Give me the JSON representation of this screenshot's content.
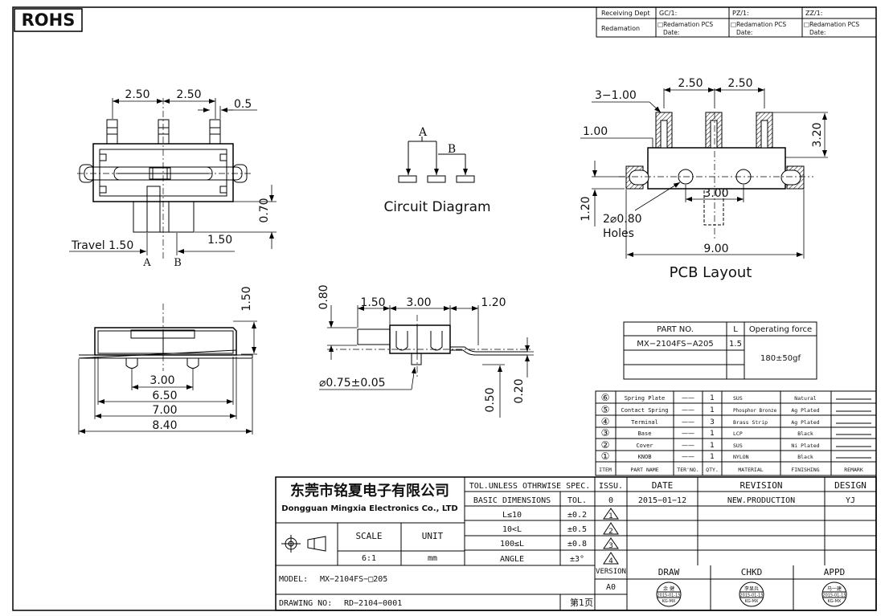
{
  "rohs": "ROHS",
  "receiving": {
    "receiving_dept": "Receiving Dept",
    "gc": "GC/1:",
    "pz": "PZ/1:",
    "zz": "ZZ/1:",
    "redamation": "Redamation",
    "cells": [
      {
        "a": "□Redamation  PCS",
        "b": "Date:"
      },
      {
        "a": "□Redamation  PCS",
        "b": "Date:"
      },
      {
        "a": "□Redamation  PCS",
        "b": "Date:"
      }
    ]
  },
  "views": {
    "top": {
      "d_250_left": "2.50",
      "d_250_right": "2.50",
      "d_05": "0.5",
      "d_070": "0.70",
      "travel": "Travel 1.50",
      "d_150": "1.50",
      "pos_a": "A",
      "pos_b": "B"
    },
    "circuit": {
      "title": "Circuit Diagram",
      "a": "A",
      "b": "B"
    },
    "pcb": {
      "title": "PCB Layout",
      "d_300_100": "3−1.00",
      "d_250_a": "2.50",
      "d_250_b": "2.50",
      "d_100": "1.00",
      "d_320": "3.20",
      "d_120": "1.20",
      "d_300": "3.00",
      "holes_dia": "2⌀0.80",
      "holes": "Holes",
      "d_900": "9.00"
    },
    "front": {
      "d_150": "1.50",
      "d_300": "3.00",
      "d_650": "6.50",
      "d_700": "7.00",
      "d_840": "8.40"
    },
    "side": {
      "d_080": "0.80",
      "d_150": "1.50",
      "d_300": "3.00",
      "d_120": "1.20",
      "d_075": "⌀0.75±0.05",
      "d_050": "0.50",
      "d_020": "0.20"
    }
  },
  "part_table": {
    "h_part": "PART  NO.",
    "h_l": "L",
    "h_force": "Operating force",
    "part_no": "MX−2104FS−A205",
    "l": "1.5",
    "force": "180±50gf"
  },
  "bom": {
    "rows": [
      {
        "no": "⑥",
        "name": "Spring Plate",
        "ter": "——",
        "qty": "1",
        "material": "SUS",
        "finish": "Natural"
      },
      {
        "no": "⑤",
        "name": "Contact Spring",
        "ter": "——",
        "qty": "1",
        "material": "Phosphor Bronze",
        "finish": "Ag Plated"
      },
      {
        "no": "④",
        "name": "Terminal",
        "ter": "——",
        "qty": "3",
        "material": "Brass Strip",
        "finish": "Ag Plated"
      },
      {
        "no": "③",
        "name": "Base",
        "ter": "——",
        "qty": "1",
        "material": "LCP",
        "finish": "Black"
      },
      {
        "no": "②",
        "name": "Cover",
        "ter": "——",
        "qty": "1",
        "material": "SUS",
        "finish": "Ni Plated"
      },
      {
        "no": "①",
        "name": "KNOB",
        "ter": "——",
        "qty": "1",
        "material": "NYLON",
        "finish": "Black"
      }
    ],
    "headers": [
      "ITEM",
      "PART NAME",
      "TER'NO.",
      "QTY.",
      "MATERIAL",
      "FINISHING",
      "REMARK"
    ]
  },
  "title_block": {
    "company_cn": "东莞市铭夏电子有限公司",
    "company_en": "Dongguan Mingxia Electronics Co., LTD",
    "tol_header": "TOL.UNLESS OTHRWISE SPEC.",
    "basic_dim": "BASIC DIMENSIONS",
    "tol": "TOL.",
    "tol_rows": [
      {
        "range": "L≤10",
        "val": "±0.2"
      },
      {
        "range": "10<L",
        "val": "±0.5"
      },
      {
        "range": "100≤L",
        "val": "±0.8"
      },
      {
        "range": "ANGLE",
        "val": "±3°"
      }
    ],
    "scale_label": "SCALE",
    "scale": "6:1",
    "unit_label": "UNIT",
    "unit": "mm",
    "issu_label": "ISSU.",
    "date_label": "DATE",
    "revision_label": "REVISION",
    "design_label": "DESIGN",
    "issu": "0",
    "date": "2015−01−12",
    "revision": "NEW.PRODUCTION",
    "design": "YJ",
    "rev_marks": [
      "1",
      "2",
      "3",
      "4"
    ],
    "model_label": "MODEL:",
    "model": "MX−2104FS−□205",
    "version_label": "VERSION",
    "version": "A0",
    "draw_label": "DRAW",
    "chkd_label": "CHKD",
    "appd_label": "APPD",
    "stamp_draw": {
      "name": "余 健",
      "date": "2015-01-15",
      "org": "KG-MX"
    },
    "stamp_chkd": {
      "name": "李显兵",
      "date": "2015-01-15",
      "org": "KG-MX"
    },
    "stamp_appd": {
      "name": "马一建",
      "date": "2015-01-15",
      "org": "KG-MX"
    },
    "drawing_no_label": "DRAWING NO:",
    "drawing_no": "RD−2104−0001",
    "page": "第1页"
  }
}
